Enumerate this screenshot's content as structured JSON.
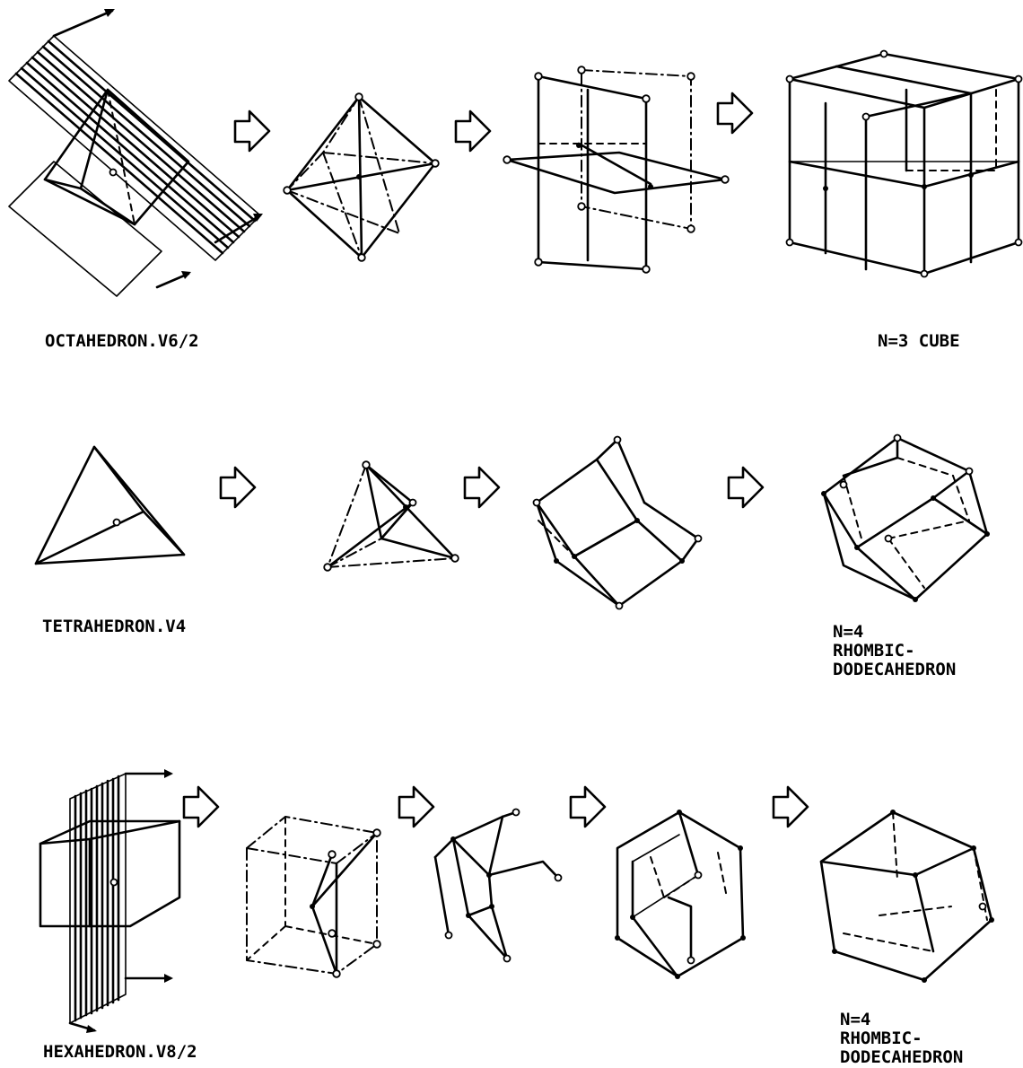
{
  "labels": {
    "row1_left": "OCTAHEDRON.V6/2",
    "row1_right": "N=3 CUBE",
    "row2_left": "TETRAHEDRON.V4",
    "row2_right_line1": "N=4",
    "row2_right_line2": "RHOMBIC-",
    "row2_right_line3": "DODECAHEDRON",
    "row3_left": "HEXAHEDRON.V8/2",
    "row3_right_line1": "N=4",
    "row3_right_line2": "RHOMBIC-",
    "row3_right_line3": "DODECAHEDRON"
  }
}
